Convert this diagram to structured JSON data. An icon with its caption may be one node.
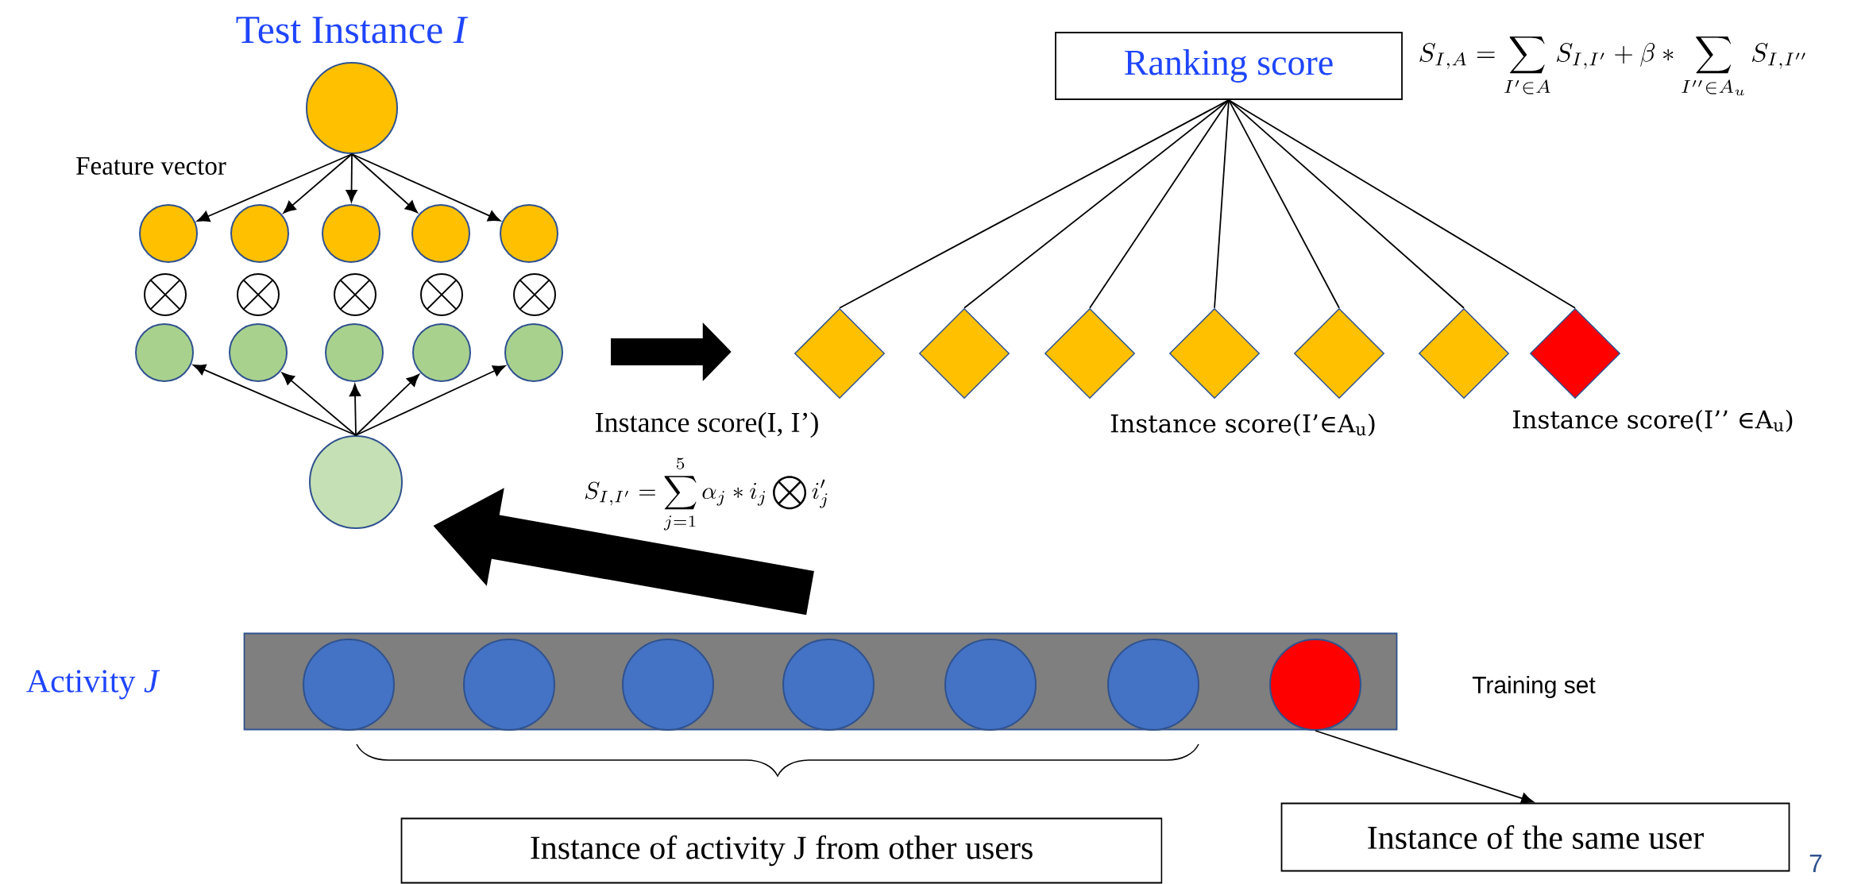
{
  "diagram": {
    "nodes": [
      {
        "text": [
          "Test Instance *I*"
        ]
      },
      {
        "text": [],
        "shape": "circle"
      },
      {
        "text": [],
        "shape": "circle"
      },
      {
        "text": [],
        "shape": "circle"
      },
      {
        "text": [],
        "shape": "circle"
      },
      {
        "text": [],
        "shape": "circle"
      },
      {
        "text": [],
        "shape": "circle"
      },
      {
        "text": [],
        "shape": "circle"
      },
      {
        "text": [],
        "shape": "circle"
      },
      {
        "text": [],
        "shape": "circle"
      },
      {
        "text": [],
        "shape": "circle"
      },
      {
        "text": [],
        "shape": "circle"
      },
      {
        "text": [
          "Ranking score"
        ]
      },
      {
        "text": [],
        "shape": "diamond"
      },
      {
        "text": [],
        "shape": "diamond"
      },
      {
        "text": [],
        "shape": "diamond"
      },
      {
        "text": [],
        "shape": "diamond"
      },
      {
        "text": [],
        "shape": "diamond"
      },
      {
        "text": [],
        "shape": "diamond"
      },
      {
        "text": [],
        "shape": "diamond"
      },
      {
        "text": [],
        "shape": "bar"
      },
      {
        "text": [],
        "shape": "circle",
        "in": 20
      },
      {
        "text": [],
        "shape": "circle",
        "in": 20
      },
      {
        "text": [],
        "shape": "circle",
        "in": 20
      },
      {
        "text": [],
        "shape": "circle",
        "in": 20
      },
      {
        "text": [],
        "shape": "circle",
        "in": 20
      },
      {
        "text": [],
        "shape": "circle",
        "in": 20
      },
      {
        "text": [],
        "shape": "circle",
        "in": 20
      },
      {
        "text": [
          "Instance of activity J from other users"
        ]
      },
      {
        "text": [
          "Instance of the same user"
        ]
      }
    ],
    "edges": [
      {
        "from": 0,
        "to": 1,
        "arrow": "to"
      },
      {
        "from": 0,
        "to": 2,
        "arrow": "to"
      },
      {
        "from": 0,
        "to": 3,
        "arrow": "to"
      },
      {
        "from": 0,
        "to": 4,
        "arrow": "to"
      },
      {
        "from": 0,
        "to": 5,
        "arrow": "to"
      },
      {
        "from": 11,
        "to": 6,
        "arrow": "to"
      },
      {
        "from": 11,
        "to": 7,
        "arrow": "to"
      },
      {
        "from": 11,
        "to": 8,
        "arrow": "to"
      },
      {
        "from": 11,
        "to": 9,
        "arrow": "to"
      },
      {
        "from": 11,
        "to": 10,
        "arrow": "to"
      },
      {
        "from": 12,
        "to": 13,
        "arrow": "none"
      },
      {
        "from": 12,
        "to": 14,
        "arrow": "none"
      },
      {
        "from": 12,
        "to": 15,
        "arrow": "none"
      },
      {
        "from": 12,
        "to": 16,
        "arrow": "none"
      },
      {
        "from": 12,
        "to": 17,
        "arrow": "none"
      },
      {
        "from": 12,
        "to": 18,
        "arrow": "none"
      },
      {
        "from": 12,
        "to": 19,
        "arrow": "none"
      },
      {
        "from": 10,
        "to": 13,
        "arrow": "to",
        "style": "thick"
      },
      {
        "from": 20,
        "to": 11,
        "arrow": "to",
        "style": "thick"
      },
      {
        "from": 27,
        "to": 29,
        "arrow": "to"
      }
    ],
    "labels": [
      "Feature vector",
      "S_{I,A} = \\sum_{I' \\in A} S_{I,I'} + \\beta * \\sum_{I'' \\in A_u} S_{I,I''}",
      "Instance score(I, I’)",
      "Instance score(I’∈A$_{u}$)",
      "Instance score(I’’ ∈A$_{u}$)",
      "S_{I,I'} = \\sum_{j=1}^{5} \\alpha_j * i_j \\bigotimes i'_j",
      "Activity *J*",
      "Training set",
      "7"
    ]
  }
}
